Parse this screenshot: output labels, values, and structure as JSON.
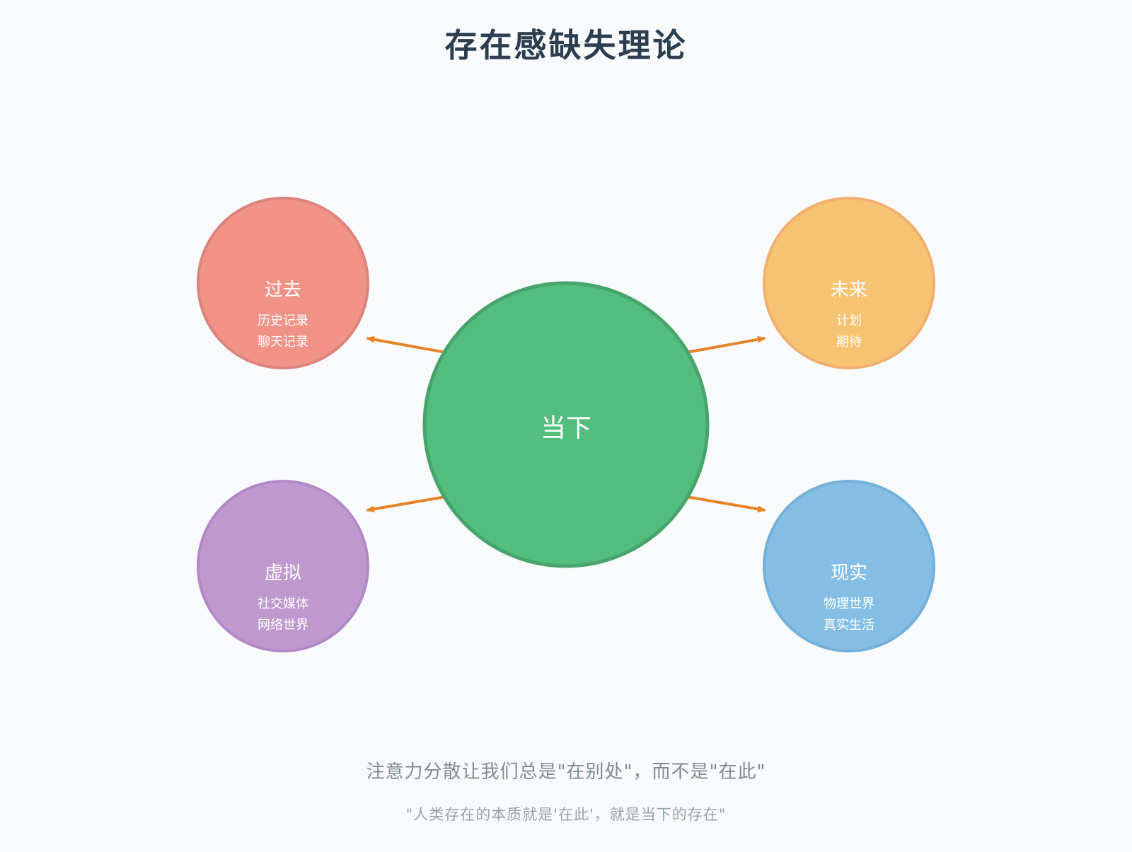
{
  "title": "存在感缺失理论",
  "center": {
    "label": "当下",
    "fill": "#52bd7c",
    "stroke": "#47a46c"
  },
  "nodes": [
    {
      "id": "past",
      "label": "过去",
      "lines": [
        "历史记录",
        "聊天记录"
      ],
      "fill": "#f09286",
      "stroke": "#db837c"
    },
    {
      "id": "future",
      "label": "未来",
      "lines": [
        "计划",
        "期待"
      ],
      "fill": "#f6c372",
      "stroke": "#f0b071"
    },
    {
      "id": "virtual",
      "label": "虚拟",
      "lines": [
        "社交媒体",
        "网络世界"
      ],
      "fill": "#bf98ce",
      "stroke": "#b289c8"
    },
    {
      "id": "reality",
      "label": "现实",
      "lines": [
        "物理世界",
        "真实生活"
      ],
      "fill": "#84bee4",
      "stroke": "#75b0d8"
    }
  ],
  "arrow_color": "#e6842a",
  "subtitle": "注意力分散让我们总是\"在别处\"，而不是\"在此\"",
  "quote": "\"人类存在的本质就是'在此'，就是当下的存在\"",
  "colors": {
    "title": "#2c3e50",
    "subtitle": "#7f8c8d",
    "quote": "#95a5a6",
    "node_text": "#ffffff"
  }
}
